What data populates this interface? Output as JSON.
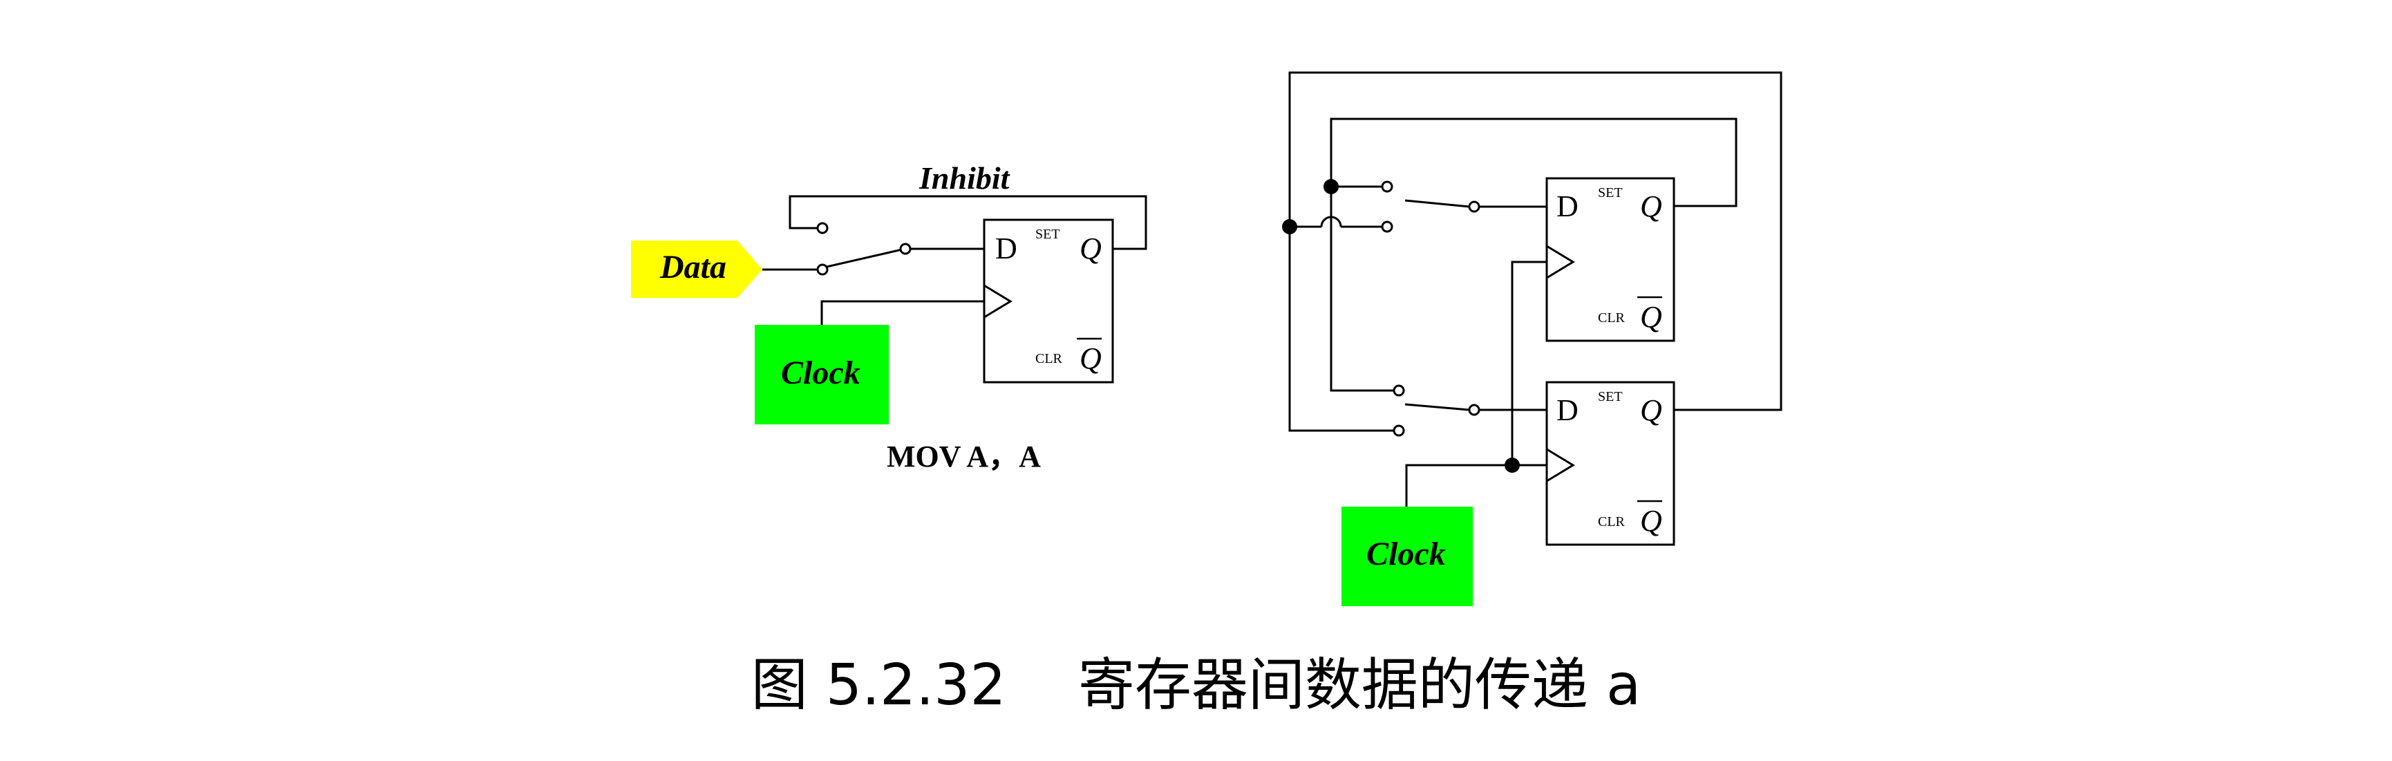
{
  "figure": {
    "caption_number": "图 5.2.32",
    "caption_text": "寄存器间数据的传递 a"
  },
  "left_circuit": {
    "data_label": "Data",
    "clock_label": "Clock",
    "inhibit_label": "Inhibit",
    "instruction": "MOV A，A",
    "flipflop": {
      "d": "D",
      "set": "SET",
      "q": "Q",
      "clr": "CLR",
      "qbar": "Q"
    }
  },
  "right_circuit": {
    "clock_label": "Clock",
    "flipflop_top": {
      "d": "D",
      "set": "SET",
      "q": "Q",
      "clr": "CLR",
      "qbar": "Q"
    },
    "flipflop_bottom": {
      "d": "D",
      "set": "SET",
      "q": "Q",
      "clr": "CLR",
      "qbar": "Q"
    }
  },
  "colors": {
    "data_tag": "#FFFF00",
    "clock_box": "#00FF00",
    "wire": "#000000",
    "background": "#FFFFFF"
  }
}
